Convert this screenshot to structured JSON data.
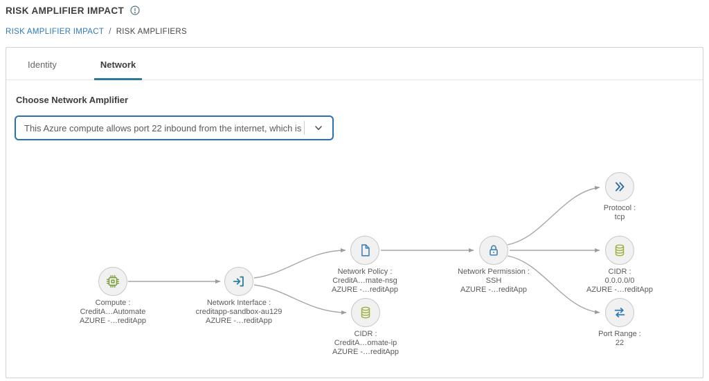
{
  "header": {
    "title": "RISK AMPLIFIER IMPACT"
  },
  "breadcrumb": {
    "link": "RISK AMPLIFIER IMPACT",
    "separator": "/",
    "current": "RISK AMPLIFIERS"
  },
  "tabs": [
    {
      "label": "Identity",
      "active": false
    },
    {
      "label": "Network",
      "active": true
    }
  ],
  "amplifier": {
    "label": "Choose Network Amplifier",
    "selected": "This Azure compute allows port 22 inbound from the internet, which is …"
  },
  "colors": {
    "link_blue": "#2e79b9",
    "tab_underline": "#2c7a9b",
    "select_border": "#2a6ebb",
    "edge_gray": "#a6a6a6",
    "node_fill": "#f1f1f1",
    "icon_green": "#7a9e3c",
    "icon_olive": "#9cb23f",
    "icon_blue": "#3f7fb5",
    "icon_teal": "#2f7fa0"
  },
  "diagram": {
    "nodes": [
      {
        "id": "compute",
        "icon": "chip-icon",
        "lines": [
          "Compute :",
          "CreditA…Automate",
          "AZURE -…reditApp"
        ]
      },
      {
        "id": "network-interface",
        "icon": "enter-icon",
        "lines": [
          "Network Interface :",
          "creditapp-sandbox-au129",
          "AZURE -…reditApp"
        ]
      },
      {
        "id": "network-policy",
        "icon": "file-icon",
        "lines": [
          "Network Policy :",
          "CreditA…mate-nsg",
          "AZURE -…reditApp"
        ]
      },
      {
        "id": "cidr-middle",
        "icon": "database-icon",
        "lines": [
          "CIDR :",
          "CreditA…omate-ip",
          "AZURE -…reditApp"
        ]
      },
      {
        "id": "network-permission",
        "icon": "lock-icon",
        "lines": [
          "Network Permission :",
          "SSH",
          "AZURE -…reditApp"
        ]
      },
      {
        "id": "protocol",
        "icon": "double-chevron-icon",
        "lines": [
          "Protocol :",
          "tcp"
        ]
      },
      {
        "id": "cidr-right",
        "icon": "database-icon",
        "lines": [
          "CIDR :",
          "0.0.0.0/0",
          "AZURE -…reditApp"
        ]
      },
      {
        "id": "port-range",
        "icon": "transfer-icon",
        "lines": [
          "Port Range :",
          "22"
        ]
      }
    ],
    "edges": [
      {
        "from": "compute",
        "to": "network-interface"
      },
      {
        "from": "network-interface",
        "to": "network-policy"
      },
      {
        "from": "network-interface",
        "to": "cidr-middle"
      },
      {
        "from": "network-policy",
        "to": "network-permission"
      },
      {
        "from": "network-permission",
        "to": "protocol"
      },
      {
        "from": "network-permission",
        "to": "cidr-right"
      },
      {
        "from": "network-permission",
        "to": "port-range"
      }
    ]
  }
}
